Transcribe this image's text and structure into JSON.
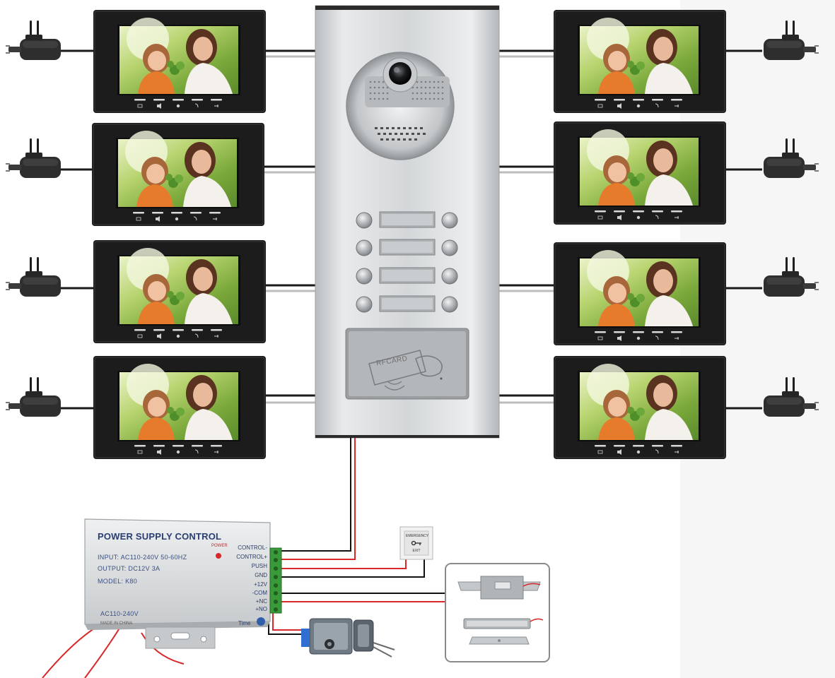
{
  "door_station": {
    "rfid_label": "RFCARD"
  },
  "power_supply": {
    "title": "POWER SUPPLY CONTROL",
    "input": "INPUT: AC110-240V 50-60HZ",
    "output": "OUTPUT: DC12V 3A",
    "model": "MODEL: K80",
    "ac_label": "AC110-240V",
    "origin": "MADE IN CHINA",
    "power_label": "POWER",
    "time_label": "Time",
    "terminals": [
      "CONTROL-",
      "CONTROL+",
      "PUSH",
      "GND",
      "+12V",
      "-COM",
      "+NC",
      "+NO"
    ]
  },
  "exit_button": {
    "line1": "EMERGENCY",
    "line2": "EXIT"
  },
  "colors": {
    "monitor_bezel": "#1c1c1c",
    "panel_silver": "#c9ccce",
    "wire_red": "#d8282a",
    "wire_black": "#111111",
    "adapter": "#2a2a2a"
  }
}
